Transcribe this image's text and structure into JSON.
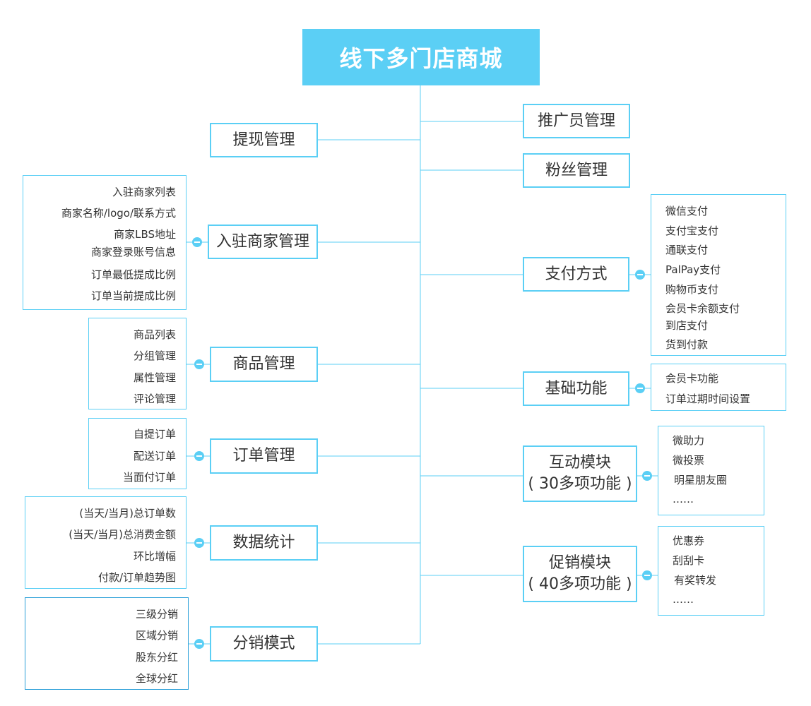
{
  "title": "线下多门店商城",
  "left_nodes": [
    {
      "label": "提现管理",
      "items": []
    },
    {
      "label": "入驻商家管理",
      "items": [
        "入驻商家列表",
        "商家名称/logo/联系方式",
        "商家LBS地址",
        "商家登录账号信息",
        "订单最低提成比例",
        "订单当前提成比例"
      ]
    },
    {
      "label": "商品管理",
      "items": [
        "商品列表",
        "分组管理",
        "属性管理",
        "评论管理"
      ]
    },
    {
      "label": "订单管理",
      "items": [
        "自提订单",
        "配送订单",
        "当面付订单"
      ]
    },
    {
      "label": "数据统计",
      "items": [
        "(当天/当月)总订单数",
        "(当天/当月)总消费金额",
        "环比增幅",
        "付款/订单趋势图"
      ]
    },
    {
      "label": "分销模式",
      "items": [
        "三级分销",
        "区域分销",
        "股东分红",
        "全球分红"
      ]
    }
  ],
  "right_nodes": [
    {
      "label": "推广员管理",
      "items": []
    },
    {
      "label": "粉丝管理",
      "items": []
    },
    {
      "label": "支付方式",
      "items": [
        "微信支付",
        "支付宝支付",
        "通联支付",
        "PalPay支付",
        "购物币支付",
        "会员卡余额支付",
        "到店支付",
        "货到付款"
      ]
    },
    {
      "label": "基础功能",
      "items": [
        "会员卡功能",
        "订单过期时间设置"
      ]
    },
    {
      "label": "互动模块",
      "label2": "( 30多项功能 )",
      "items": [
        "微助力",
        "微投票",
        "明星朋友圈",
        "……"
      ]
    },
    {
      "label": "促销模块",
      "label2": "( 40多项功能 )",
      "items": [
        "优惠券",
        "刮刮卡",
        "有奖转发",
        "……"
      ]
    }
  ],
  "colors": {
    "accent": "#5bcff5",
    "text": "#333333",
    "title_text": "#ffffff"
  }
}
